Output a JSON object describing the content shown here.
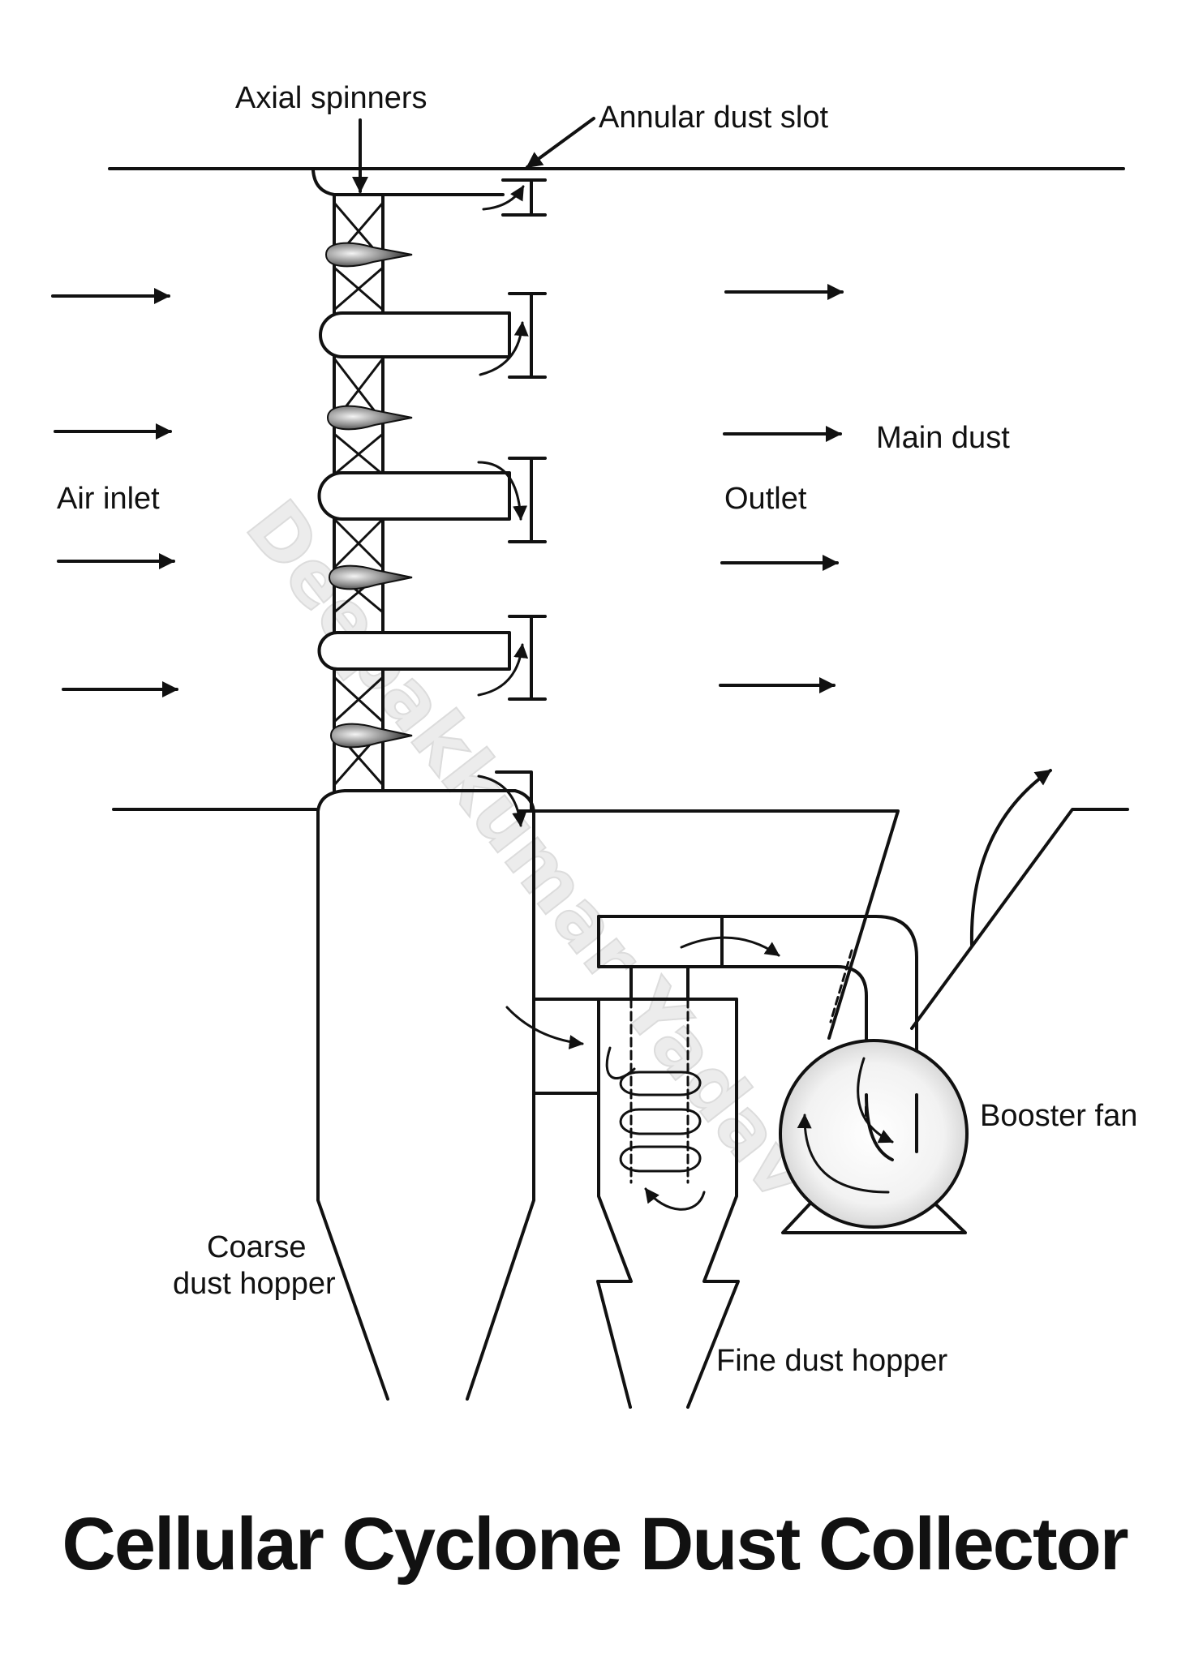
{
  "labels": {
    "axial_spinners": "Axial spinners",
    "annular_dust_slot": "Annular dust slot",
    "air_inlet": "Air inlet",
    "main_dust": "Main dust",
    "outlet": "Outlet",
    "booster_fan": "Booster fan",
    "coarse_line1": "Coarse",
    "coarse_line2": "dust hopper",
    "fine_dust_hopper": "Fine dust hopper"
  },
  "title": "Cellular Cyclone Dust Collector",
  "watermark": "Deepakkumar Yadav",
  "colors": {
    "ink": "#111111",
    "background": "#ffffff",
    "watermark": "#ececec"
  }
}
